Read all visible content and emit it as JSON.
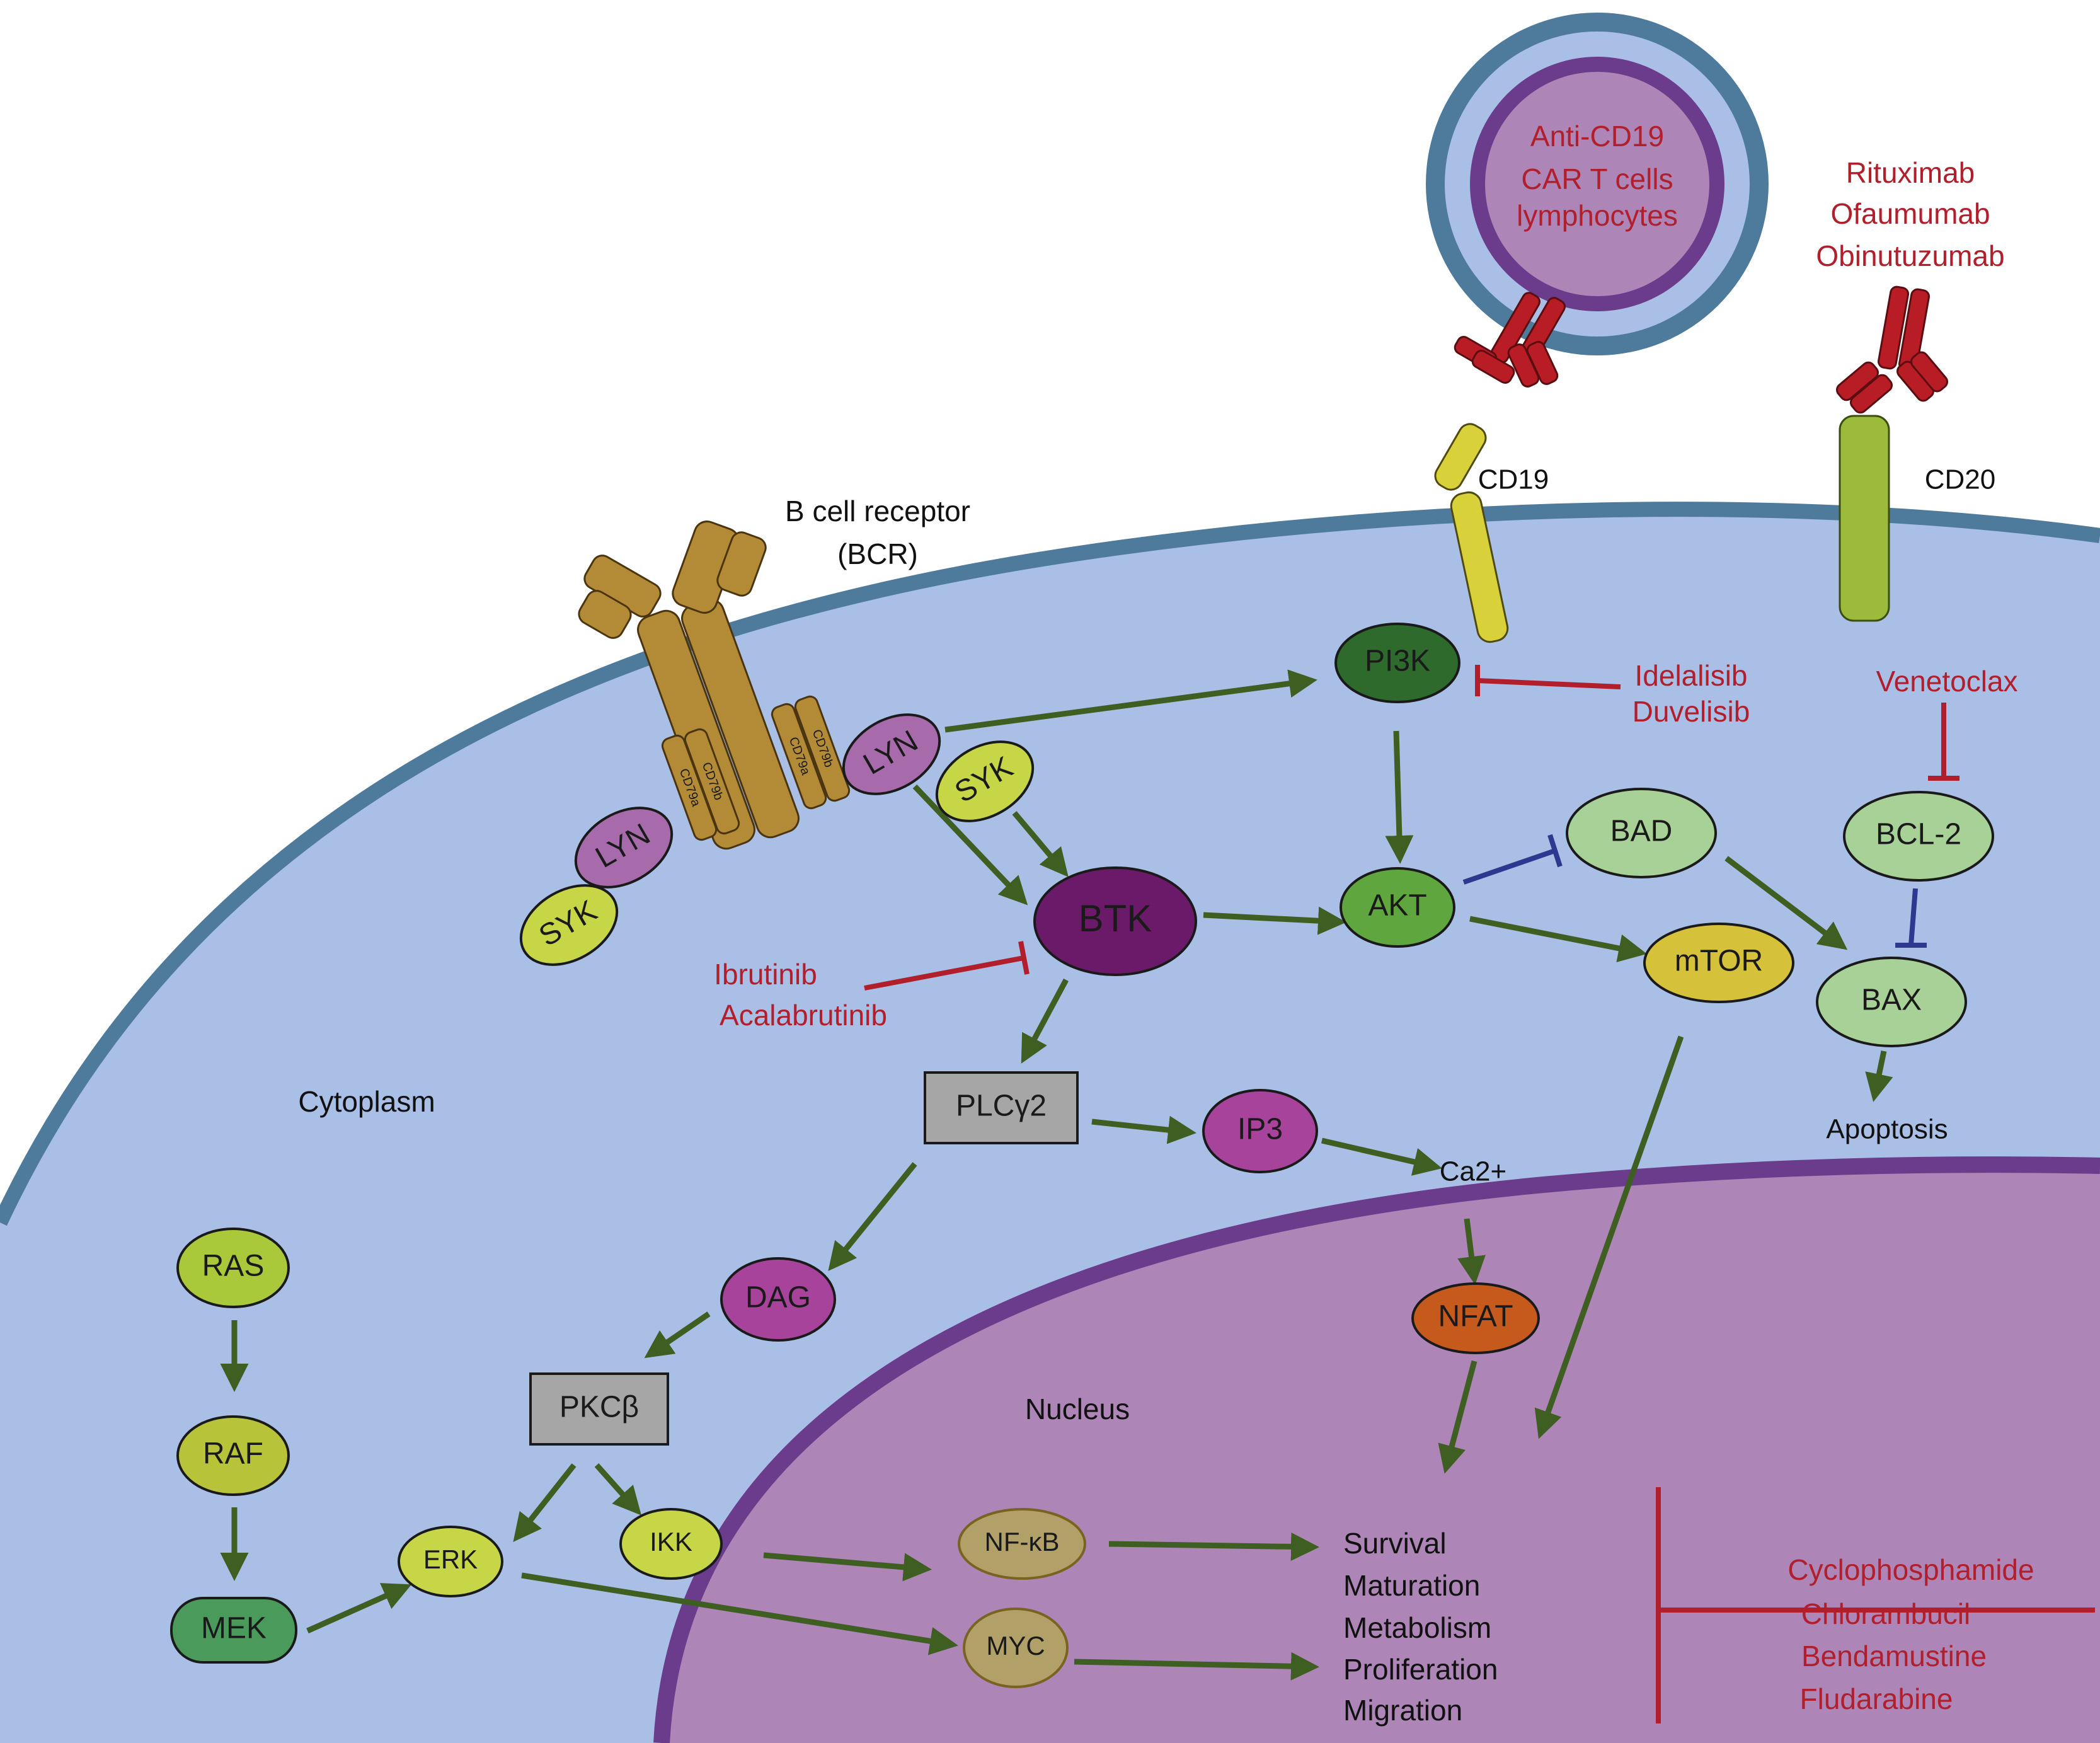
{
  "regions": {
    "cytoplasm": "Cytoplasm",
    "nucleus": "Nucleus"
  },
  "receptors": {
    "bcr_line1": "B cell receptor",
    "bcr_line2": "(BCR)",
    "cd79a_left": "CD79a",
    "cd79b_left": "CD79b",
    "cd79a_right": "CD79a",
    "cd79b_right": "CD79b",
    "cd19": "CD19",
    "cd20": "CD20"
  },
  "car_t": {
    "line1": "Anti-CD19",
    "line2": "CAR T cells",
    "line3": "lymphocytes"
  },
  "nodes": {
    "lyn_left": "LYN",
    "syk_left": "SYK",
    "lyn_right": "LYN",
    "syk_right": "SYK",
    "btk": "BTK",
    "pi3k": "PI3K",
    "akt": "AKT",
    "bad": "BAD",
    "mtor": "mTOR",
    "bcl2": "BCL-2",
    "bax": "BAX",
    "plcg2": "PLCγ2",
    "ip3": "IP3",
    "ca2": "Ca2+",
    "dag": "DAG",
    "pkcb": "PKCβ",
    "nfat": "NFAT",
    "ras": "RAS",
    "raf": "RAF",
    "mek": "MEK",
    "erk": "ERK",
    "ikk": "IKK",
    "nfkb": "NF-κB",
    "myc": "MYC",
    "apoptosis": "Apoptosis"
  },
  "outcomes": [
    "Survival",
    "Maturation",
    "Metabolism",
    "Proliferation",
    "Migration"
  ],
  "drugs": {
    "anti_cd20": [
      "Rituximab",
      "Ofaumumab",
      "Obinutuzumab"
    ],
    "pi3k_inhibitors": [
      "Idelalisib",
      "Duvelisib"
    ],
    "btk_inhibitors": [
      "Ibrutinib",
      "Acalabrutinib"
    ],
    "bcl2_inhibitor": "Venetoclax",
    "chemotherapy": [
      "Cyclophosphamide",
      "Chlorambucil",
      "Bendamustine",
      "Fludarabine"
    ]
  },
  "colors": {
    "cytoplasm_fill": "#a9bfe6",
    "membrane": "#4e7b9b",
    "nucleus_fill": "#ad85b6",
    "nuclear_envelope": "#6b3b8c",
    "activation_arrow": "#3e5e22",
    "drug_inhibition": "#b11f2c",
    "protein_inhibition": "#2b3a8f",
    "receptor_bcr": "#b38a36",
    "cd19": "#d9d13a",
    "cd20": "#9cbb3b",
    "antibody": "#b81c24"
  }
}
